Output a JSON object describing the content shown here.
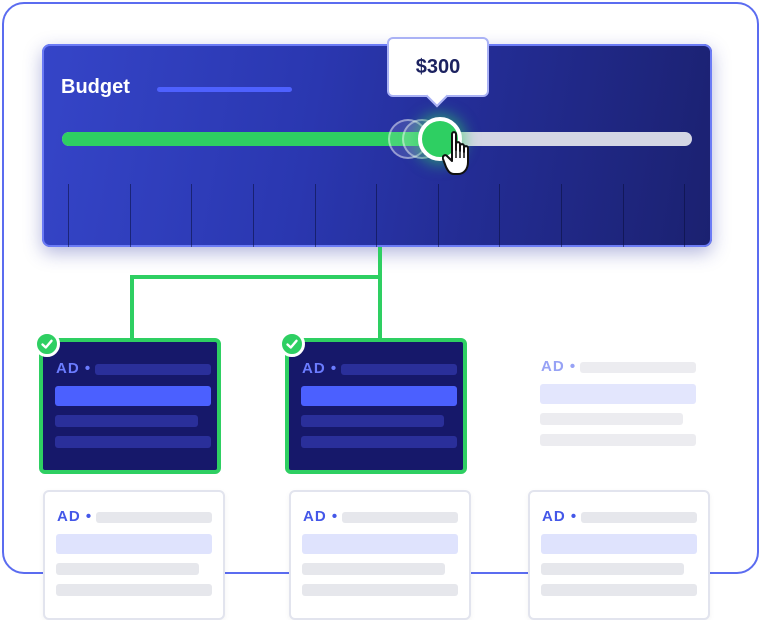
{
  "budget": {
    "title": "Budget",
    "tooltip_value": "$300",
    "slider_fraction": 0.6
  },
  "ads": {
    "label": "AD •",
    "cards": [
      {
        "label": "AD •",
        "selected": true
      },
      {
        "label": "AD •",
        "selected": true
      },
      {
        "label": "AD •",
        "selected": false
      },
      {
        "label": "AD •",
        "selected": false
      },
      {
        "label": "AD •",
        "selected": false
      },
      {
        "label": "AD •",
        "selected": false
      }
    ]
  },
  "colors": {
    "accent_green": "#2ecf62",
    "panel_blue": "#2a37b0",
    "brand_blue": "#4457e8",
    "frame_border": "#5b6cf0"
  },
  "icons": [
    "check-icon",
    "hand-cursor-icon"
  ]
}
